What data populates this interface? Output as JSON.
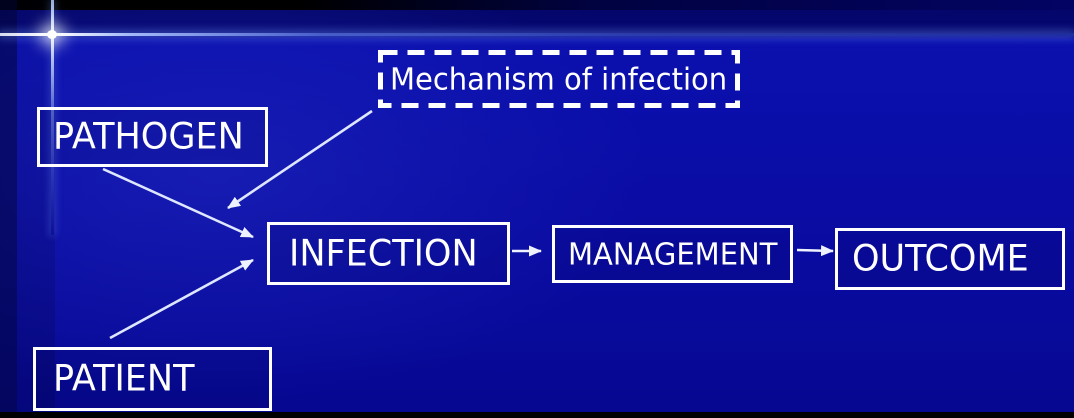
{
  "diagram": {
    "nodes": {
      "mechanism": {
        "label": "Mechanism of infection",
        "border": "dashed"
      },
      "pathogen": {
        "label": "PATHOGEN",
        "border": "solid"
      },
      "patient": {
        "label": "PATIENT",
        "border": "solid"
      },
      "infection": {
        "label": "INFECTION",
        "border": "solid"
      },
      "management": {
        "label": "MANAGEMENT",
        "border": "solid"
      },
      "outcome": {
        "label": "OUTCOME",
        "border": "solid"
      }
    },
    "edges": [
      {
        "from": "pathogen",
        "to": "infection",
        "style": "arrow"
      },
      {
        "from": "patient",
        "to": "infection",
        "style": "arrow"
      },
      {
        "from": "mechanism",
        "to": "pathogen-infection-pathway",
        "style": "arrow"
      },
      {
        "from": "infection",
        "to": "management",
        "style": "arrow"
      },
      {
        "from": "management",
        "to": "outcome",
        "style": "arrow"
      }
    ],
    "colors": {
      "background": "#0a0ca4",
      "background_top_band": "#05076f",
      "top_strip": "#000000",
      "bottom_strip": "#000000",
      "box_border": "#ffffff",
      "label_text": "#ffffff",
      "connector": "#dfe7ff",
      "crosshair_glow": "#ffffff"
    }
  }
}
